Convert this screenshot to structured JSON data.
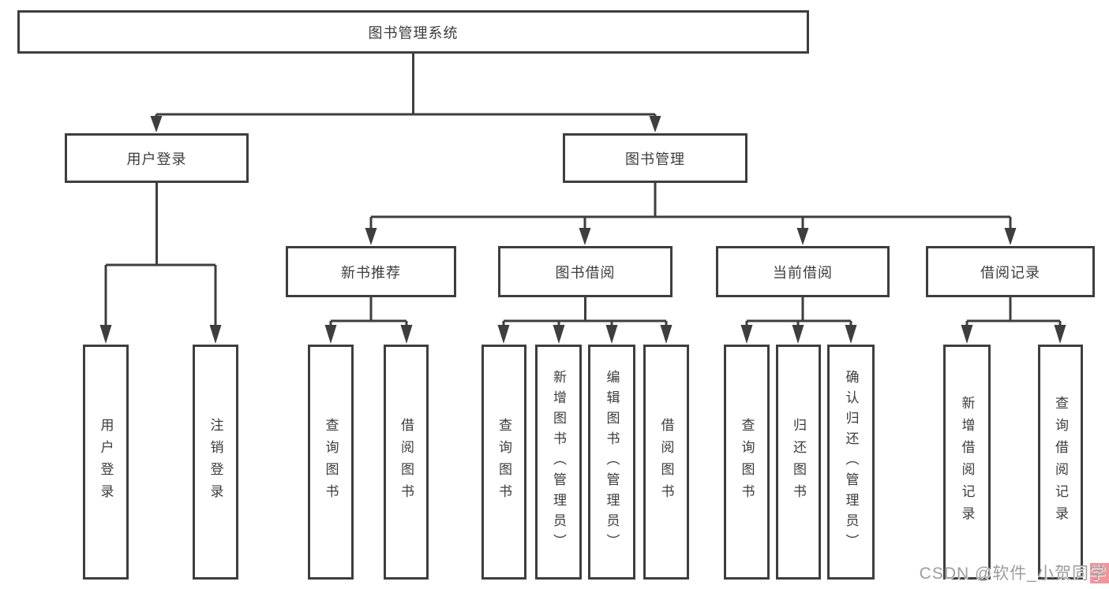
{
  "nodes": {
    "root": "图书管理系统",
    "user_login": "用户登录",
    "book_mgmt": "图书管理",
    "new_book_rec": "新书推荐",
    "book_borrow": "图书借阅",
    "current_borrow": "当前借阅",
    "borrow_records": "借阅记录",
    "ul_user_login": "用户登录",
    "ul_logout": "注销登录",
    "nb_query_book": "查询图书",
    "nb_borrow_book": "借阅图书",
    "bb_query_book": "查询图书",
    "bb_add_book": "新增图书（管理员）",
    "bb_edit_book": "编辑图书（管理员）",
    "bb_borrow_book": "借阅图书",
    "cb_query_book": "查询图书",
    "cb_return_book": "归还图书",
    "cb_confirm_return": "确认归还（管理员）",
    "br_add_record": "新增借阅记录",
    "br_query_record": "查询借阅记录"
  },
  "watermark": {
    "text": "CSDN @软件_小贺同学"
  },
  "colors": {
    "line": "#3e3e3e",
    "text": "#3c3c3c",
    "watermark_text": "#9c9c9c",
    "watermark_accent": "#f2969c"
  }
}
